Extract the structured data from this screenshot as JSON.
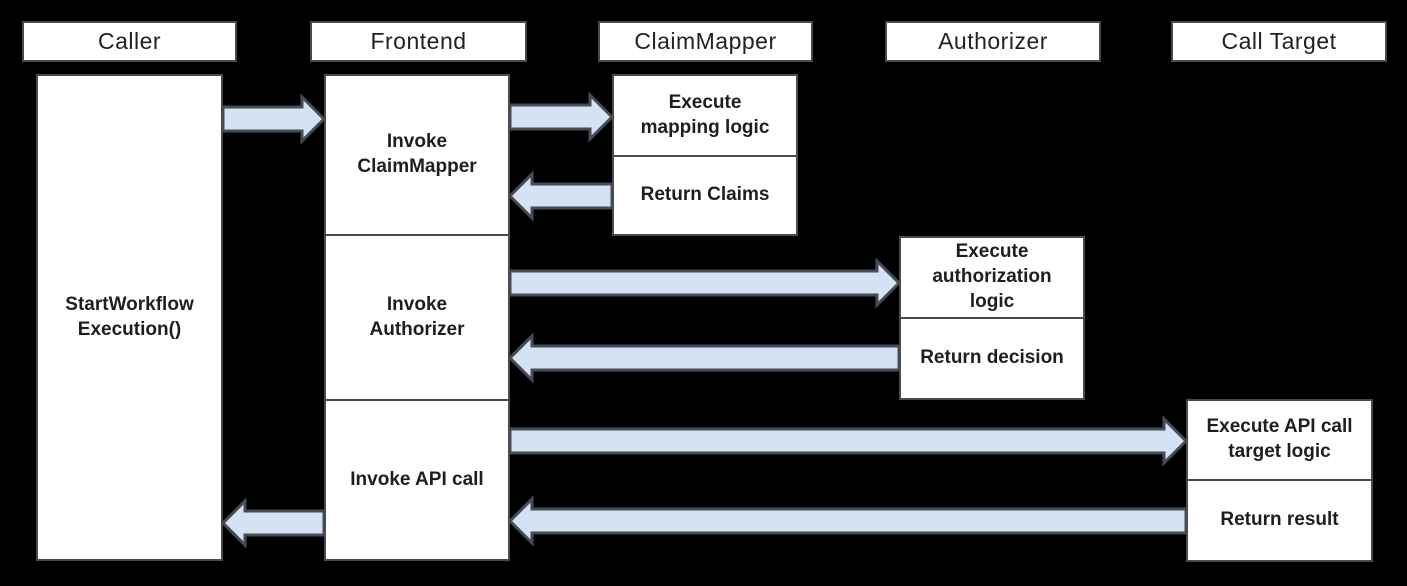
{
  "diagram": {
    "colors": {
      "background": "#000000",
      "box_fill": "#ffffff",
      "box_border": "#4a4a4a",
      "arrow_fill": "#d4e2f3",
      "arrow_border": "#454c55",
      "text": "#1e1e1e"
    },
    "lanes": [
      {
        "id": "caller",
        "label": "Caller"
      },
      {
        "id": "frontend",
        "label": "Frontend"
      },
      {
        "id": "claimmapper",
        "label": "ClaimMapper"
      },
      {
        "id": "authorizer",
        "label": "Authorizer"
      },
      {
        "id": "calltarget",
        "label": "Call Target"
      }
    ],
    "nodes": {
      "caller_activity": "StartWorkflow\nExecution()",
      "invoke_claimmapper": "Invoke\nClaimMapper",
      "invoke_authorizer": "Invoke\nAuthorizer",
      "invoke_api_call": "Invoke API call",
      "execute_mapping_logic": "Execute\nmapping logic",
      "return_claims": "Return Claims",
      "execute_authorization_logic": "Execute\nauthorization\nlogic",
      "return_decision": "Return decision",
      "execute_api_call_target_logic": "Execute API call\ntarget logic",
      "return_result": "Return result"
    },
    "flows": [
      {
        "id": "caller-to-frontend",
        "from": "Caller",
        "to": "Frontend"
      },
      {
        "id": "frontend-to-claimmapper",
        "from": "Frontend",
        "to": "ClaimMapper"
      },
      {
        "id": "claimmapper-to-frontend",
        "from": "ClaimMapper",
        "to": "Frontend"
      },
      {
        "id": "frontend-to-authorizer",
        "from": "Frontend",
        "to": "Authorizer"
      },
      {
        "id": "authorizer-to-frontend",
        "from": "Authorizer",
        "to": "Frontend"
      },
      {
        "id": "frontend-to-calltarget",
        "from": "Frontend",
        "to": "Call Target"
      },
      {
        "id": "calltarget-to-frontend",
        "from": "Call Target",
        "to": "Frontend"
      },
      {
        "id": "frontend-to-caller",
        "from": "Frontend",
        "to": "Caller"
      }
    ]
  }
}
